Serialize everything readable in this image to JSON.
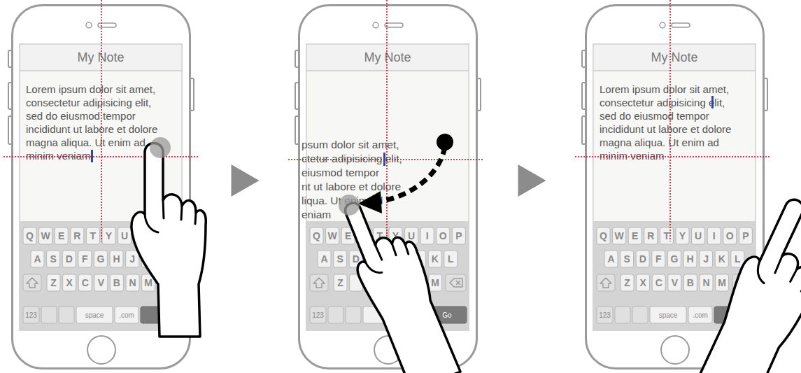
{
  "diagram": {
    "nodes": [
      {
        "text": [
          "My Note",
          "Lorem ipsum dolor sit amet, consectetur adipisicing elit, sed do eiusmod tempor incididunt ut labore et dolore magna aliqua. Ut enim ad minim veniam"
        ]
      },
      {
        "text": [
          "My Note",
          "psum dolor sit amet,",
          "ctetur adipisicing elit,",
          "eiusmod tempor",
          "nt ut labore et dolore",
          "liqua. Ut enim ad",
          "eniam"
        ]
      },
      {
        "text": [
          "My Note",
          "Lorem ipsum dolor sit amet, consectetur adipisicing elit, sed do eiusmod tempor incididunt ut labore et dolore magna aliqua. Ut enim ad minim veniam"
        ]
      }
    ],
    "edges": [
      {
        "from": 0,
        "to": 1,
        "arrow": "to"
      },
      {
        "from": 1,
        "to": 2,
        "arrow": "to"
      }
    ],
    "labels": [
      "Q",
      "W",
      "E",
      "R",
      "T",
      "Y",
      "U",
      "A",
      "S",
      "D",
      "F",
      "G",
      "H",
      "J",
      "Z",
      "X",
      "C",
      "V",
      "B",
      "N",
      "M",
      "123",
      "space",
      ".com",
      "Q",
      "W",
      "E",
      "T",
      "Y",
      "U",
      "I",
      "O",
      "P",
      "A",
      "S",
      "D",
      "K",
      "L",
      "Z",
      "M",
      "123",
      "Go",
      "Q",
      "W",
      "E",
      "R",
      "T",
      "Y",
      "U",
      "I",
      "O",
      "P",
      "A",
      "S",
      "D",
      "F",
      "G",
      "H",
      "J",
      "K",
      "L",
      "Z",
      "X",
      "C",
      "V",
      "B",
      "N",
      "M",
      "123",
      "space",
      ".com"
    ]
  }
}
